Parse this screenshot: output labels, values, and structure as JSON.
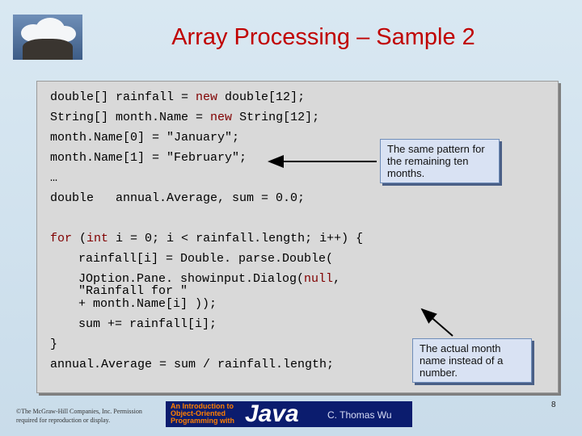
{
  "slide": {
    "title": "Array Processing – Sample 2",
    "page_number": "8"
  },
  "code": {
    "line1_a": "double[] rainfall = ",
    "line1_kw": "new",
    "line1_b": " double[12];",
    "line2_a": "String[] month.Name = ",
    "line2_kw": "new",
    "line2_b": " String[12];",
    "line3": "month.Name[0] = \"January\";",
    "line4": "month.Name[1] = \"February\";",
    "line5": "…",
    "line6": "double   annual.Average, sum = 0.0;",
    "line7_kw": "for",
    "line7_b": " (",
    "line7_kw2": "int",
    "line7_c": " i = 0; i < rainfall.length; i++) {",
    "line8": "rainfall[i] = Double. parse.Double(",
    "line9a": "JOption.Pane. showinput.Dialog(",
    "line9_kw": "null",
    "line9_b": ",",
    "line10": "\"Rainfall for \"",
    "line11": "+ month.Name[i] ));",
    "line12": "sum += rainfall[i];",
    "line13": "}",
    "line14": "annual.Average = sum / rainfall.length;"
  },
  "callouts": {
    "pattern": "The same pattern for the remaining ten months.",
    "month_name": "The actual month name instead of a number."
  },
  "footer": {
    "copyright": "©The McGraw-Hill Companies, Inc. Permission required for reproduction or display.",
    "banner_top": "An Introduction to\nObject-Oriented\nProgramming with",
    "banner_java": "Java",
    "banner_author": "C. Thomas Wu"
  }
}
